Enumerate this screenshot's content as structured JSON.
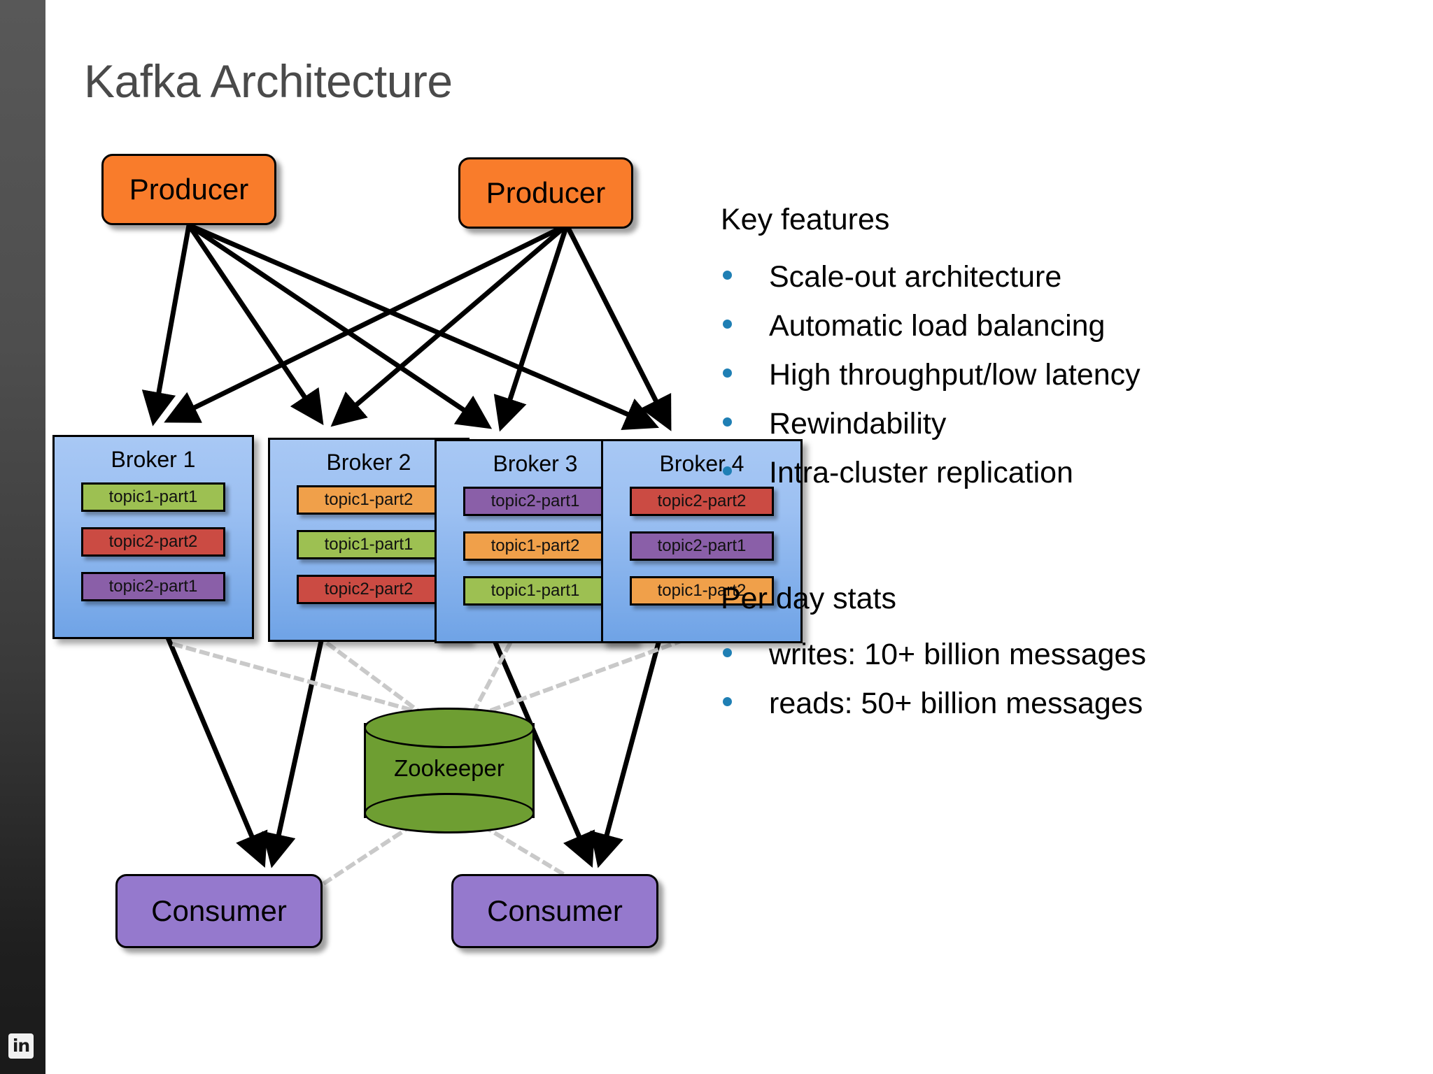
{
  "slide": {
    "title": "Kafka Architecture",
    "background_color": "#ffffff",
    "rail_color": "#3a3a3a",
    "bullet_color": "#1f7fb4"
  },
  "branding": {
    "logo_text": "in",
    "logo_name": "linkedin-logo"
  },
  "producers": [
    {
      "label": "Producer"
    },
    {
      "label": "Producer"
    }
  ],
  "brokers": [
    {
      "title": "Broker 1",
      "partitions": [
        {
          "label": "topic1-part1",
          "color": "#9dc052"
        },
        {
          "label": "topic2-part2",
          "color": "#cb4b43"
        },
        {
          "label": "topic2-part1",
          "color": "#8a5fa8"
        }
      ]
    },
    {
      "title": "Broker 2",
      "partitions": [
        {
          "label": "topic1-part2",
          "color": "#f0a04a"
        },
        {
          "label": "topic1-part1",
          "color": "#9dc052"
        },
        {
          "label": "topic2-part2",
          "color": "#cb4b43"
        }
      ]
    },
    {
      "title": "Broker 3",
      "partitions": [
        {
          "label": "topic2-part1",
          "color": "#8a5fa8"
        },
        {
          "label": "topic1-part2",
          "color": "#f0a04a"
        },
        {
          "label": "topic1-part1",
          "color": "#9dc052"
        }
      ]
    },
    {
      "title": "Broker 4",
      "partitions": [
        {
          "label": "topic2-part2",
          "color": "#cb4b43"
        },
        {
          "label": "topic2-part1",
          "color": "#8a5fa8"
        },
        {
          "label": "topic1-part2",
          "color": "#f0a04a"
        }
      ]
    }
  ],
  "zookeeper": {
    "label": "Zookeeper",
    "color": "#6e9e32"
  },
  "consumers": [
    {
      "label": "Consumer"
    },
    {
      "label": "Consumer"
    }
  ],
  "key_features": {
    "heading": "Key features",
    "items": [
      "Scale-out architecture",
      "Automatic load balancing",
      "High throughput/low latency",
      "Rewindability",
      "Intra-cluster replication"
    ]
  },
  "per_day_stats": {
    "heading": "Per day stats",
    "items": [
      "writes: 10+ billion messages",
      "reads: 50+ billion messages"
    ]
  }
}
